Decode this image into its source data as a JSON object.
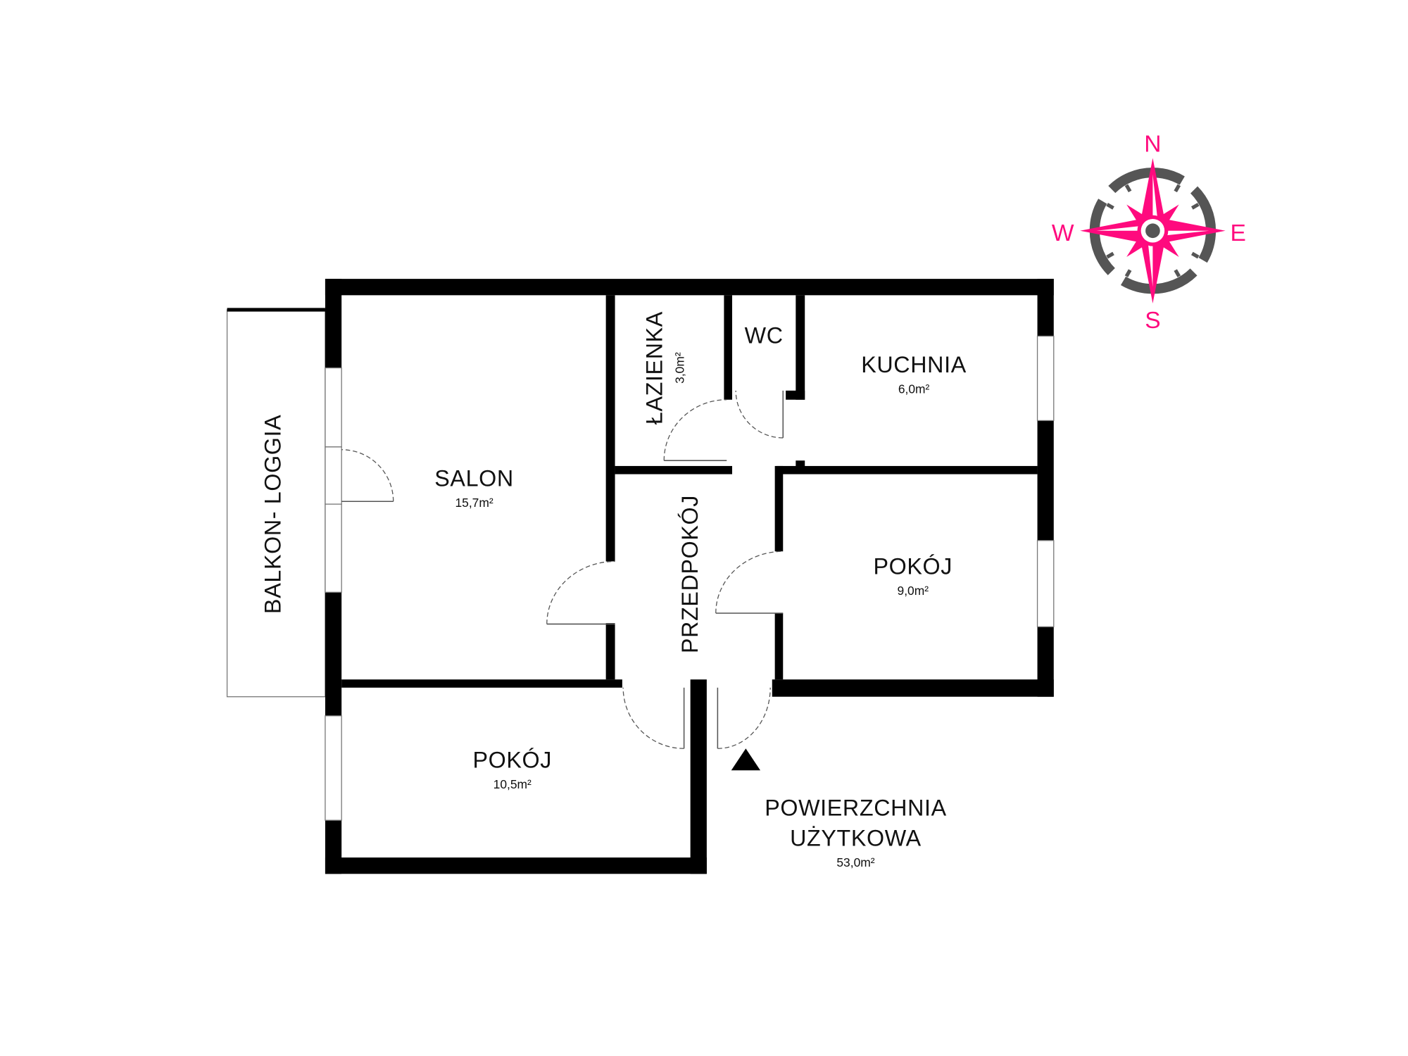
{
  "rooms": {
    "salon": {
      "name": "SALON",
      "area": "15,7m²"
    },
    "lazienka": {
      "name": "ŁAZIENKA",
      "area": "3,0m²"
    },
    "wc": {
      "name": "WC"
    },
    "kuchnia": {
      "name": "KUCHNIA",
      "area": "6,0m²"
    },
    "pokoj_east": {
      "name": "POKÓJ",
      "area": "9,0m²"
    },
    "pokoj_south": {
      "name": "POKÓJ",
      "area": "10,5m²"
    },
    "przedpokoj": {
      "name": "PRZEDPOKÓJ"
    },
    "balkon": {
      "name": "BALKON- LOGGIA"
    }
  },
  "summary": {
    "line1": "POWIERZCHNIA",
    "line2": "UŻYTKOWA",
    "area": "53,0m²"
  },
  "compass": {
    "n": "N",
    "s": "S",
    "e": "E",
    "w": "W"
  },
  "colors": {
    "accent": "#ff0a7e",
    "ring": "#555555",
    "wall": "#000000"
  }
}
